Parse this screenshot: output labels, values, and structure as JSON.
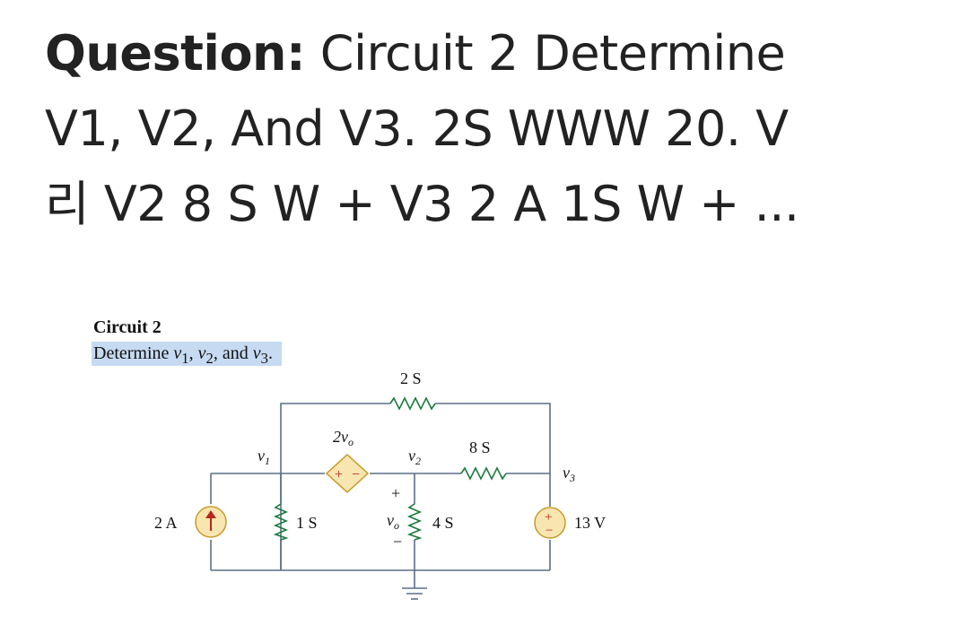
{
  "question": {
    "bold_label": "Question:",
    "line1_rest": " Circuit 2 Determine",
    "line2": "V1, V2, And V3. 2S WWW 20. V",
    "line3": "리 V2 8 S W + V3 2 A 1S W + ..."
  },
  "circuit": {
    "title": "Circuit 2",
    "task_prefix": "Determine ",
    "task_v1": "v",
    "task_v1_sub": "1",
    "task_sep1": ", ",
    "task_v2": "v",
    "task_v2_sub": "2",
    "task_sep2": ", and ",
    "task_v3": "v",
    "task_v3_sub": "3",
    "task_suffix": ".",
    "labels": {
      "r_top": "2 S",
      "r_8": "8 S",
      "r_1": "1 S",
      "r_4": "4 S",
      "dep_src": "2v",
      "dep_src_sub": "o",
      "cur_src": "2 A",
      "volt_src": "13 V",
      "node_v1": "v",
      "node_v1_sub": "1",
      "node_v2": "v",
      "node_v2_sub": "2",
      "node_v3": "v",
      "node_v3_sub": "3",
      "vo": "v",
      "vo_sub": "o",
      "plus": "+",
      "minus": "−"
    }
  }
}
